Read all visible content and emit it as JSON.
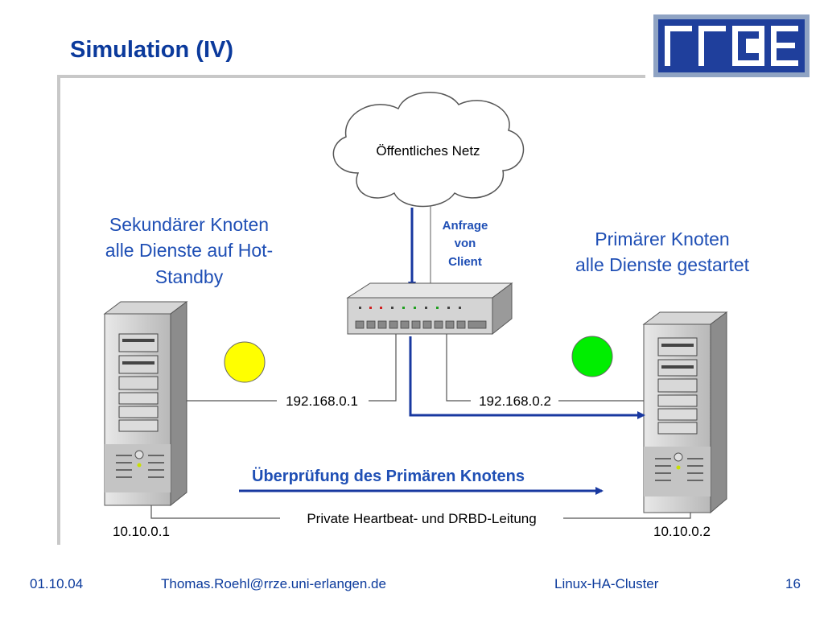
{
  "slide": {
    "title": "Simulation (IV)",
    "logo_text": "RRZE"
  },
  "diagram": {
    "cloud_label": "Öffentliches Netz",
    "request_label": [
      "Anfrage",
      "von",
      "Client"
    ],
    "secondary": {
      "title_lines": [
        "Sekundärer Knoten",
        "alle Dienste auf Hot-",
        "Standby"
      ],
      "status_color": "#ffff00",
      "ip_public": "192.168.0.1",
      "ip_private": "10.10.0.1"
    },
    "primary": {
      "title_lines": [
        "Primärer Knoten",
        "alle Dienste gestartet"
      ],
      "status_color": "#00ee00",
      "ip_public": "192.168.0.2",
      "ip_private": "10.10.0.2"
    },
    "check_label": "Überprüfung des Primären Knotens",
    "heartbeat_label": "Private Heartbeat- und DRBD-Leitung"
  },
  "footer": {
    "date": "01.10.04",
    "email": "Thomas.Roehl@rrze.uni-erlangen.de",
    "topic": "Linux-HA-Cluster",
    "page": "16"
  },
  "colors": {
    "brand_blue": "#0b3a9c",
    "label_blue": "#1f4fb5",
    "arrow_blue": "#1838a0"
  }
}
